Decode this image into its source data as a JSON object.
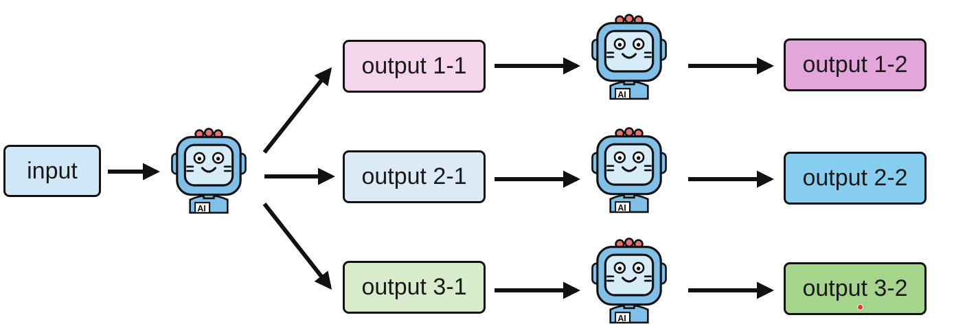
{
  "diagram": {
    "input": {
      "label": "input",
      "color": "#cfe7f7"
    },
    "robot_badge": "AI",
    "branches": [
      {
        "first": {
          "label": "output 1-1",
          "color": "#f5d5ec"
        },
        "second": {
          "label": "output 1-2",
          "color": "#e4a5da"
        }
      },
      {
        "first": {
          "label": "output 2-1",
          "color": "#dceaf6"
        },
        "second": {
          "label": "output 2-2",
          "color": "#86cdf0"
        }
      },
      {
        "first": {
          "label": "output 3-1",
          "color": "#d8eccb"
        },
        "second": {
          "label": "output 3-2",
          "color": "#a5d48c"
        }
      }
    ],
    "colors": {
      "robot_body": "#7fbfe8",
      "robot_screen": "#d6ecf9",
      "robot_antenna": "#e57373",
      "outline": "#111111"
    }
  }
}
